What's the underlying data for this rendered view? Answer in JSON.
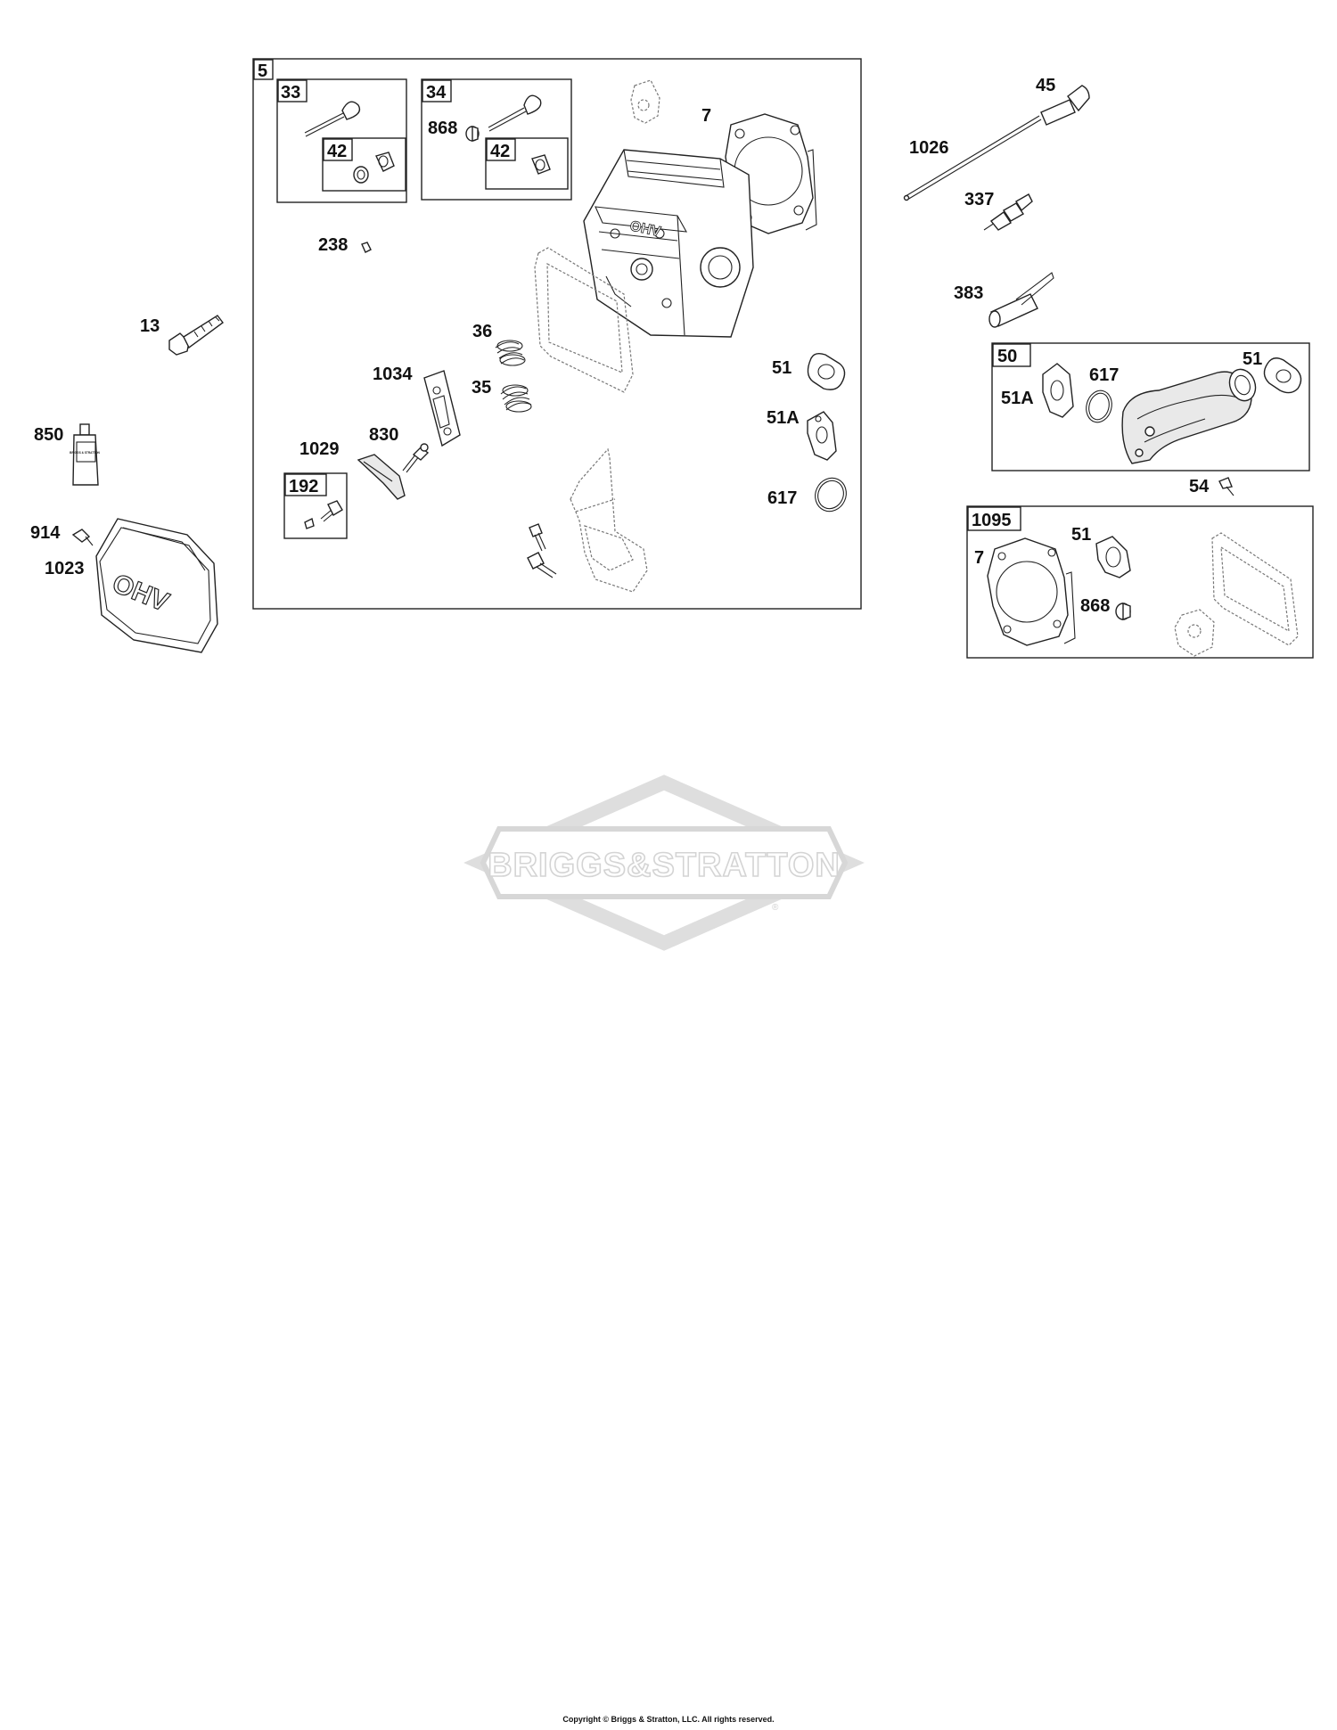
{
  "labels": {
    "l5": "5",
    "l33": "33",
    "l42a": "42",
    "l34": "34",
    "l868a": "868",
    "l42b": "42",
    "l7a": "7",
    "l238": "238",
    "l13": "13",
    "l36": "36",
    "l1034": "1034",
    "l35": "35",
    "l51a": "51",
    "l51Aa": "51A",
    "l617a": "617",
    "l850": "850",
    "l830": "830",
    "l1029": "1029",
    "l192": "192",
    "l914": "914",
    "l1023": "1023",
    "l45": "45",
    "l1026": "1026",
    "l337": "337",
    "l383": "383",
    "l50": "50",
    "l51Ab": "51A",
    "l617b": "617",
    "l51b": "51",
    "l54": "54",
    "l1095": "1095",
    "l51c": "51",
    "l7b": "7",
    "l868b": "868"
  },
  "watermark": {
    "brand": "BRIGGS&STRATTON",
    "registered": "®"
  },
  "valve_cover_text": "OHV",
  "sealant_text": "BRIGGS & STRATTON",
  "footer": {
    "copyright": "Copyright © Briggs & Stratton, LLC. All rights reserved."
  }
}
